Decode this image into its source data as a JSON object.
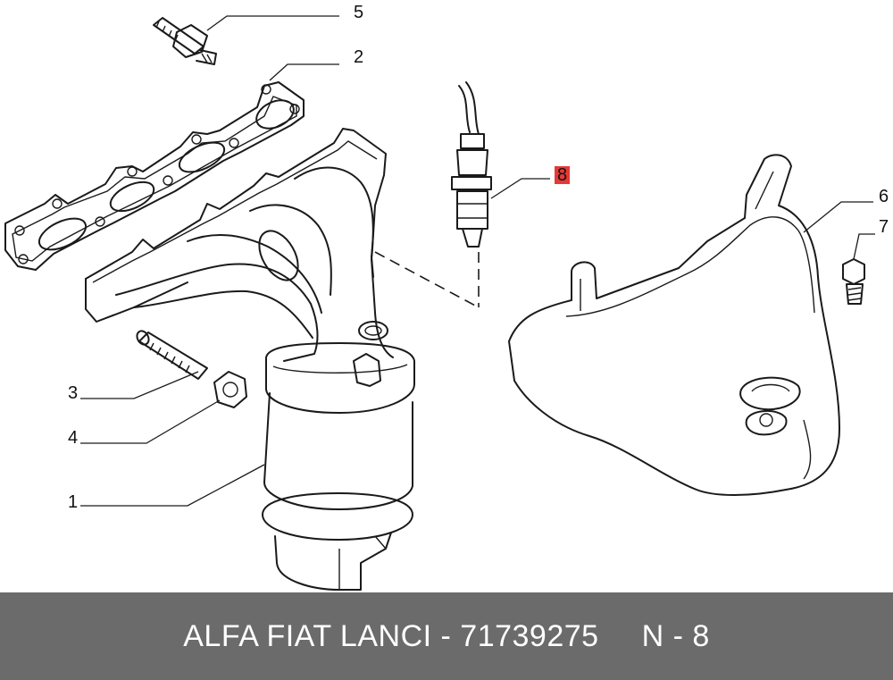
{
  "callouts": {
    "c1": "1",
    "c2": "2",
    "c3": "3",
    "c4": "4",
    "c5": "5",
    "c6": "6",
    "c7": "7",
    "c8": "8"
  },
  "highlight_color": "#e53935",
  "footer": {
    "part_text": "ALFA FIAT LANCI - 71739275",
    "ref_text": "N - 8"
  },
  "footer_bg": "#6b6b6b"
}
